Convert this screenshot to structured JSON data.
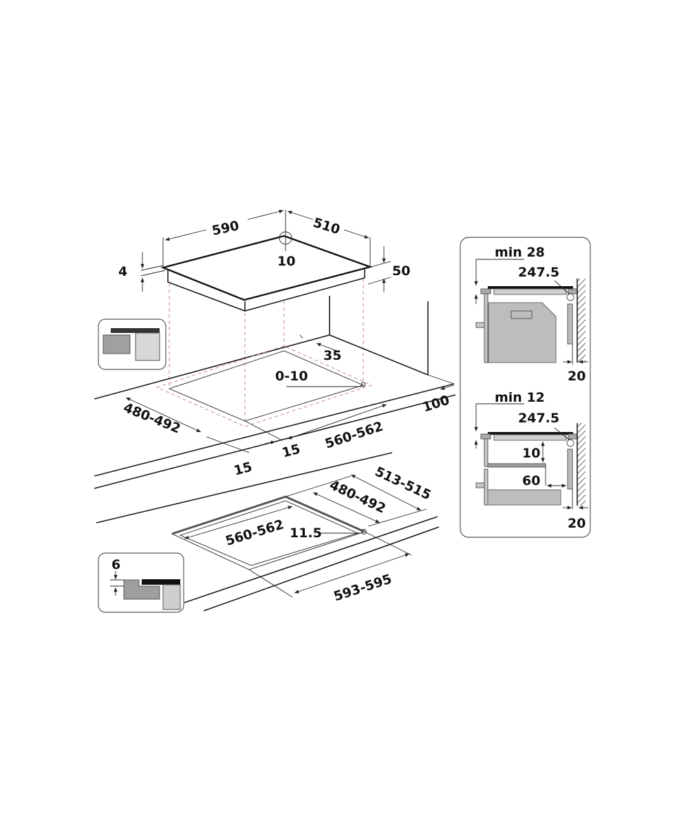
{
  "hob_dimensions": {
    "width": "590",
    "depth": "510",
    "corner_radius": "10",
    "glass_thickness": "4",
    "height": "50"
  },
  "flush_cutout": {
    "front_clearance": "35",
    "tolerance": "0-10",
    "rear_distance": "100",
    "cutout_depth": "480-492",
    "cutout_width": "560-562",
    "side_clearance_left": "15",
    "side_clearance_right": "15"
  },
  "rebate_cutout": {
    "outer_depth": "513-515",
    "inner_depth": "480-492",
    "inner_width": "560-562",
    "corner_radius": "11.5",
    "outer_width": "593-595",
    "rebate_depth": "6"
  },
  "installation_oven": {
    "min_clearance": "min 28",
    "distance": "247.5",
    "wall_gap": "20"
  },
  "installation_drawer": {
    "min_clearance": "min 12",
    "distance": "247.5",
    "panel_gap": "10",
    "vent_gap": "60",
    "wall_gap": "20"
  },
  "colors": {
    "line": "#1a1a1a",
    "panel": "#c8c8c8",
    "dark_panel": "#9e9e9e",
    "guide": "#c98a8a"
  }
}
